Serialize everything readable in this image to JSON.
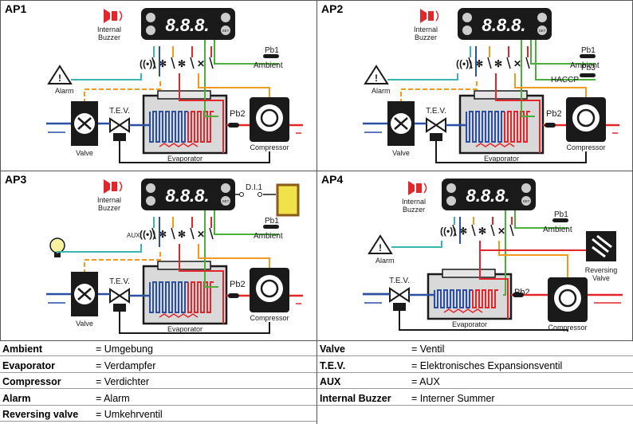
{
  "panels": [
    {
      "title": "AP1",
      "labels": {
        "buzzer1": "Internal",
        "buzzer2": "Buzzer",
        "alarm": "Alarm",
        "tev": "T.E.V.",
        "valve": "Valve",
        "evaporator": "Evaporator",
        "compressor": "Compressor",
        "pb1": "Pb1",
        "ambient": "Ambient",
        "pb2": "Pb2"
      }
    },
    {
      "title": "AP2",
      "labels": {
        "buzzer1": "Internal",
        "buzzer2": "Buzzer",
        "alarm": "Alarm",
        "tev": "T.E.V.",
        "valve": "Valve",
        "evaporator": "Evaporator",
        "compressor": "Compressor",
        "pb1": "Pb1",
        "ambient": "Ambient",
        "pb2": "Pb2",
        "pb3": "Pb3",
        "haccp": "HACCP"
      }
    },
    {
      "title": "AP3",
      "labels": {
        "buzzer1": "Internal",
        "buzzer2": "Buzzer",
        "tev": "T.E.V.",
        "valve": "Valve",
        "evaporator": "Evaporator",
        "compressor": "Compressor",
        "pb1": "Pb1",
        "ambient": "Ambient",
        "pb2": "Pb2",
        "aux": "AUX",
        "di1": "D.I.1"
      }
    },
    {
      "title": "AP4",
      "labels": {
        "buzzer1": "Internal",
        "buzzer2": "Buzzer",
        "alarm": "Alarm",
        "tev": "T.E.V.",
        "evaporator": "Evaporator",
        "compressor": "Compressor",
        "pb1": "Pb1",
        "ambient": "Ambient",
        "pb2": "Pb2",
        "reversing1": "Reversing",
        "reversing2": "Valve"
      }
    }
  ],
  "display": {
    "digits": "8.8.8.",
    "set": "SET"
  },
  "legend": {
    "left": [
      {
        "term": "Ambient",
        "def": "= Umgebung"
      },
      {
        "term": "Evaporator",
        "def": "= Verdampfer"
      },
      {
        "term": "Compressor",
        "def": "= Verdichter"
      },
      {
        "term": "Alarm",
        "def": "= Alarm"
      },
      {
        "term": "Reversing valve",
        "def": "= Umkehrventil"
      }
    ],
    "right": [
      {
        "term": "Valve",
        "def": "= Ventil"
      },
      {
        "term": "T.E.V.",
        "def": "= Elektronisches Expansionsventil"
      },
      {
        "term": "AUX",
        "def": "= AUX"
      },
      {
        "term": "Internal Buzzer",
        "def": "= Interner Summer"
      }
    ]
  },
  "colors": {
    "red": "#e3262c",
    "blue": "#2a4fa3",
    "orange": "#f39a1e",
    "green": "#4caf3c",
    "teal": "#3ab5b0",
    "black": "#1a1a1a",
    "evap": "#d9d9d9"
  }
}
